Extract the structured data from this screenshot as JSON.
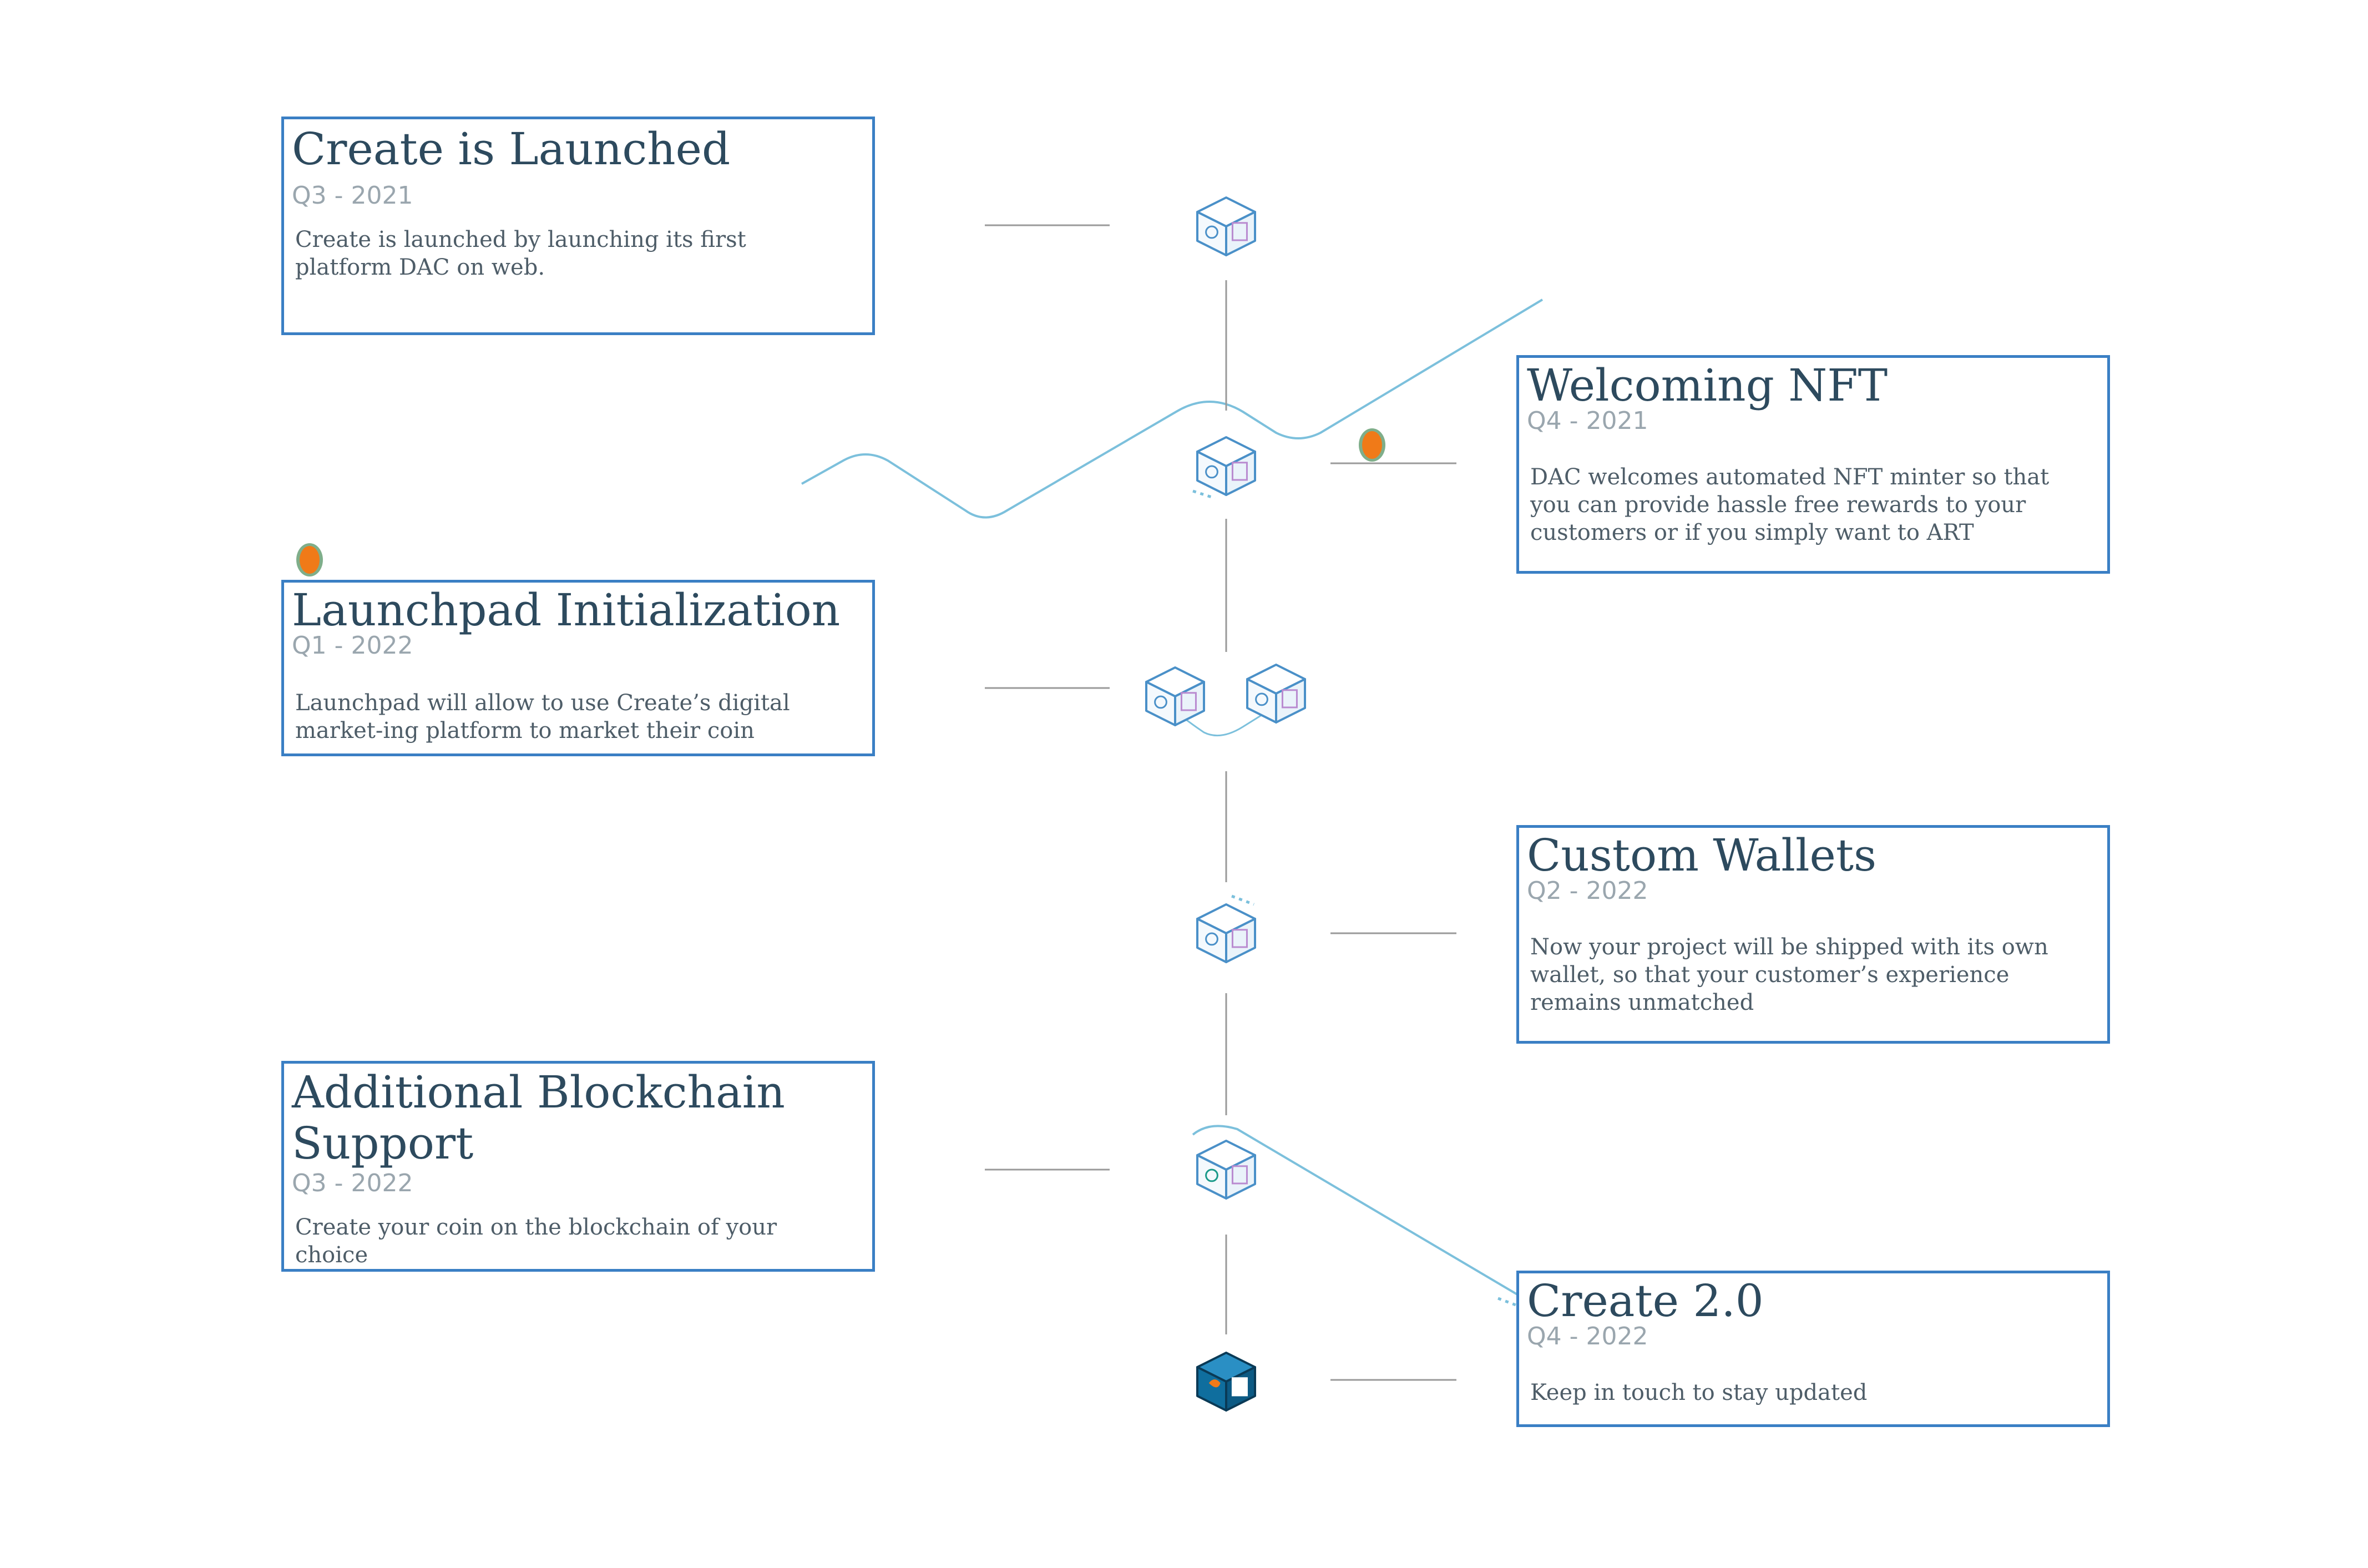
{
  "milestones": [
    {
      "title": "Create is Launched",
      "date": "Q3 - 2021",
      "description": "Create is launched by launching its first platform DAC on web."
    },
    {
      "title": "Welcoming NFT",
      "date": "Q4 - 2021",
      "description": "DAC welcomes automated NFT minter so that you can provide hassle free rewards to your customers or if you simply want to ART"
    },
    {
      "title": "Launchpad Initialization",
      "date": "Q1 - 2022",
      "description": "Launchpad will allow to use Create’s digital market-ing platform to market their coin"
    },
    {
      "title": "Custom Wallets",
      "date": "Q2 - 2022",
      "description": "Now your project will be shipped with its own wallet, so that your customer’s experience remains unmatched"
    },
    {
      "title": "Additional Blockchain Support",
      "date": "Q3 - 2022",
      "description": "Create your coin on the blockchain of your choice"
    },
    {
      "title": "Create 2.0",
      "date": "Q4 - 2022",
      "description": "Keep in touch to stay updated"
    }
  ],
  "colors": {
    "card_border": "#3a7fc4",
    "title_text": "#2d4a5e",
    "date_text": "#9aa6ae",
    "connector": "#9a9a9a",
    "wave": "#7cc0dc",
    "cube_stroke": "#4a90c8",
    "cube_fill_final": "#0f6e9e",
    "coin_fill": "#f07a18"
  },
  "icons": [
    "storefront-icon",
    "nft-icon",
    "avatar-icon",
    "avatar-icon",
    "wallet-icon",
    "blockchain-icon",
    "create-logo-icon"
  ]
}
